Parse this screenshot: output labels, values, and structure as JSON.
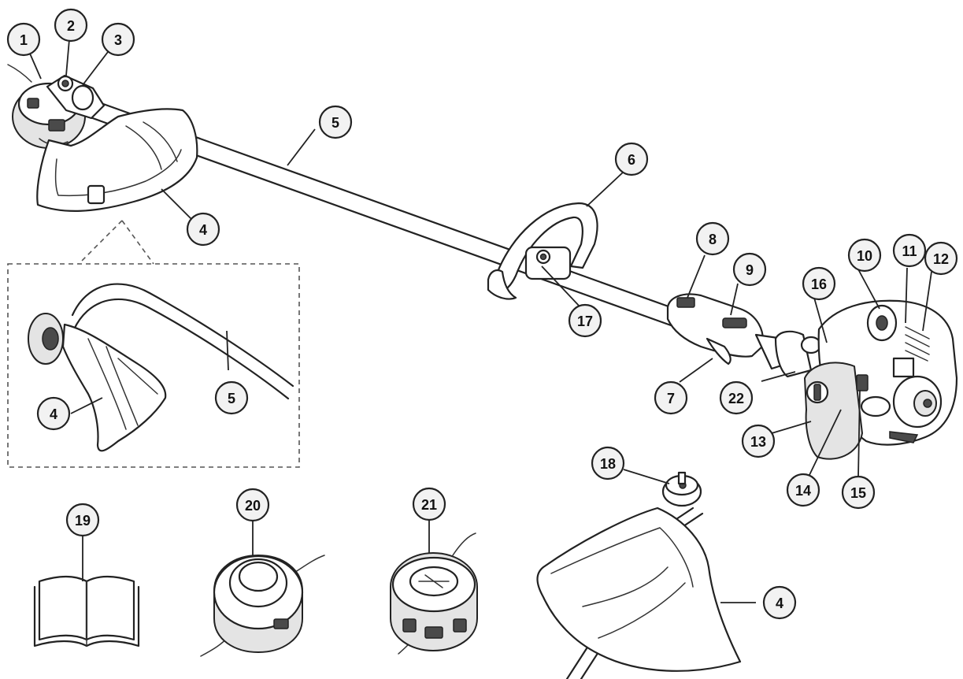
{
  "callouts": [
    {
      "id": "c1",
      "label": "1"
    },
    {
      "id": "c2",
      "label": "2"
    },
    {
      "id": "c3",
      "label": "3"
    },
    {
      "id": "c4a",
      "label": "4"
    },
    {
      "id": "c4b",
      "label": "4"
    },
    {
      "id": "c4c",
      "label": "4"
    },
    {
      "id": "c5a",
      "label": "5"
    },
    {
      "id": "c5b",
      "label": "5"
    },
    {
      "id": "c6",
      "label": "6"
    },
    {
      "id": "c7",
      "label": "7"
    },
    {
      "id": "c8",
      "label": "8"
    },
    {
      "id": "c9",
      "label": "9"
    },
    {
      "id": "c10",
      "label": "10"
    },
    {
      "id": "c11",
      "label": "11"
    },
    {
      "id": "c12",
      "label": "12"
    },
    {
      "id": "c13",
      "label": "13"
    },
    {
      "id": "c14",
      "label": "14"
    },
    {
      "id": "c15",
      "label": "15"
    },
    {
      "id": "c16",
      "label": "16"
    },
    {
      "id": "c17",
      "label": "17"
    },
    {
      "id": "c18",
      "label": "18"
    },
    {
      "id": "c19",
      "label": "19"
    },
    {
      "id": "c20",
      "label": "20"
    },
    {
      "id": "c21",
      "label": "21"
    },
    {
      "id": "c22",
      "label": "22"
    }
  ],
  "colors": {
    "line": "#222222",
    "callout_fill": "#f2f2f2",
    "background": "#ffffff"
  }
}
